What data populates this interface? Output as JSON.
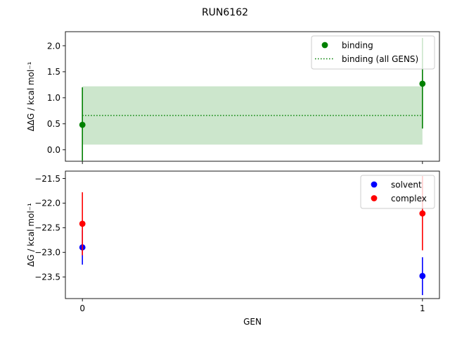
{
  "figure": {
    "title": "RUN6162"
  },
  "colors": {
    "binding": "#008000",
    "binding_band": "#008000",
    "solvent": "#0000ff",
    "complex": "#ff0000"
  },
  "chart_data": [
    {
      "type": "scatter",
      "panel": "top",
      "title": "RUN6162",
      "xlabel": "",
      "ylabel": "ΔΔG / kcal mol⁻¹",
      "xlim": [
        -0.05,
        1.05
      ],
      "ylim": [
        -0.22,
        2.27
      ],
      "xticks": [
        0,
        1
      ],
      "xtick_labels": [
        "",
        ""
      ],
      "yticks": [
        0.0,
        0.5,
        1.0,
        1.5,
        2.0
      ],
      "ytick_labels": [
        "0.0",
        "0.5",
        "1.0",
        "1.5",
        "2.0"
      ],
      "series": [
        {
          "name": "binding",
          "color": "#008000",
          "x": [
            0,
            1
          ],
          "y": [
            0.48,
            1.27
          ],
          "yerr_low": [
            -0.21,
            0.41
          ],
          "yerr_high": [
            1.2,
            2.15
          ]
        }
      ],
      "reference": {
        "name": "binding (all GENS)",
        "style": "dotted",
        "color": "#008000",
        "x_range": [
          0,
          1
        ],
        "value": 0.66,
        "band": [
          0.1,
          1.22
        ]
      },
      "legend": "top-right",
      "grid": false
    },
    {
      "type": "scatter",
      "panel": "bottom",
      "xlabel": "GEN",
      "ylabel": "ΔG / kcal mol⁻¹",
      "xlim": [
        -0.05,
        1.05
      ],
      "ylim": [
        -23.94,
        -21.35
      ],
      "xticks": [
        0,
        1
      ],
      "xtick_labels": [
        "0",
        "1"
      ],
      "yticks": [
        -23.5,
        -23.0,
        -22.5,
        -22.0,
        -21.5
      ],
      "ytick_labels": [
        "−23.5",
        "−23.0",
        "−22.5",
        "−22.0",
        "−21.5"
      ],
      "series": [
        {
          "name": "solvent",
          "color": "#0000ff",
          "x": [
            0,
            1
          ],
          "y": [
            -22.9,
            -23.48
          ],
          "yerr_low": [
            -23.25,
            -23.87
          ],
          "yerr_high": [
            -22.55,
            -23.1
          ]
        },
        {
          "name": "complex",
          "color": "#ff0000",
          "x": [
            0,
            1
          ],
          "y": [
            -22.42,
            -22.21
          ],
          "yerr_low": [
            -23.06,
            -22.96
          ],
          "yerr_high": [
            -21.78,
            -21.45
          ]
        }
      ],
      "legend": "top-right",
      "grid": false
    }
  ]
}
